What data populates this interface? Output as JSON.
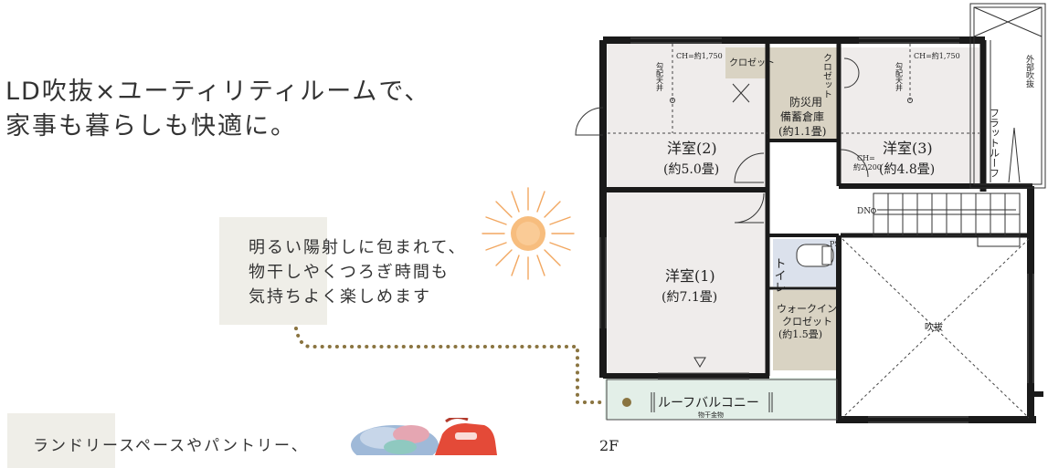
{
  "headline": {
    "line1": "LD吹抜×ユーティリティルームで、",
    "line2": "家事も暮らしも快適に。"
  },
  "callout_top": {
    "line1": "明るい陽射しに包まれて、",
    "line2": "物干しやくつろぎ時間も",
    "line3": "気持ちよく楽しめます"
  },
  "callout_bottom": {
    "line1": "ランドリースペースやパントリー、"
  },
  "colors": {
    "wall": "#1a1a1a",
    "room_fill": "#efeceb",
    "storage_fill": "#d9d3c3",
    "toilet_fill": "#dbe1ec",
    "balcony_fill": "#e3efe8",
    "accent_dot": "#8a7440",
    "sun_orange": "#f2a760",
    "sun_core": "#f7bd7e"
  },
  "floorplan": {
    "floor_label": "2F",
    "rooms": {
      "room2": {
        "name": "洋室(2)",
        "size": "(約5.0畳)"
      },
      "room3": {
        "name": "洋室(3)",
        "size": "(約4.8畳)"
      },
      "room1": {
        "name": "洋室(1)",
        "size": "(約7.1畳)"
      },
      "storage": {
        "line1": "防災用",
        "line2": "備蓄倉庫",
        "line3": "(約1.1畳)"
      },
      "walkin": {
        "line1": "ウォークイン",
        "line2": "クロゼット",
        "line3": "(約1.5畳)"
      },
      "toilet": "トイレ",
      "balcony": "ルーフバルコニー",
      "balcony_note": "物干金物",
      "void": "吹抜"
    },
    "labels": {
      "closet_h": "クロゼット",
      "closet_v": "クロゼット",
      "ceiling_left": "CH=約1,750",
      "ceiling_right": "CH=約1,750",
      "slope_left": "勾配天井",
      "slope_right": "勾配天井",
      "ch_mid_1": "CH=",
      "ch_mid_2": "約2,200",
      "flat_roof": "フラットルーフ",
      "outer_void": "外部吹抜",
      "dn": "DN",
      "ps": "PS"
    }
  }
}
